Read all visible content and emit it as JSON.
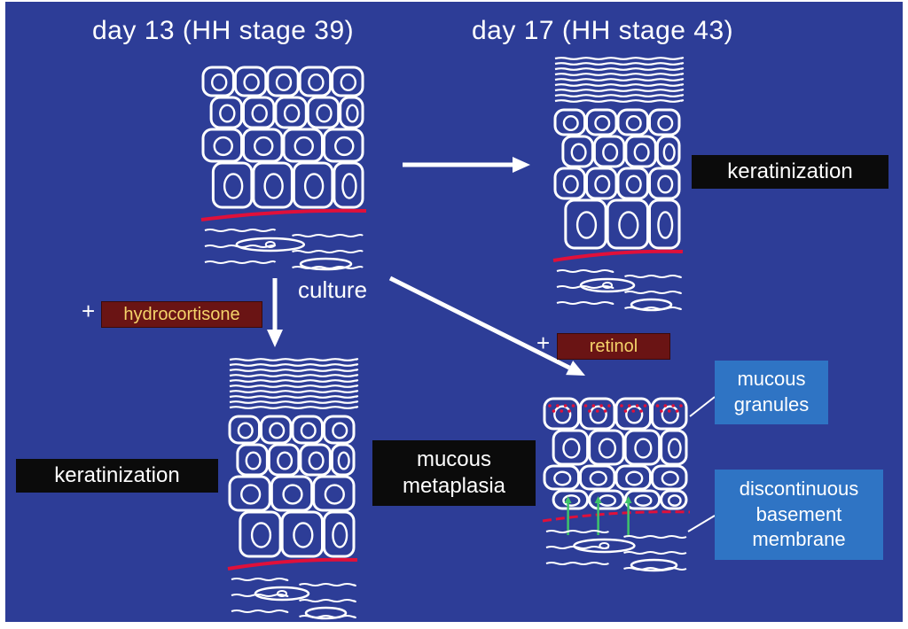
{
  "colors": {
    "background": "#2d3d97",
    "cell_lines": "#ffffff",
    "basement_membrane": "#e0103a",
    "arrow_up": "#3ec46a",
    "label_box": "#0b0b0b",
    "info_box": "#2f74c4",
    "chem_box": "#6a1414",
    "chem_text": "#f5d36a"
  },
  "headers": {
    "left": "day 13 (HH stage 39)",
    "right": "day 17 (HH stage 43)"
  },
  "labels": {
    "keratinization_top": "keratinization",
    "keratinization_bottom": "keratinization",
    "mucous_metaplasia": "mucous\nmetaplasia",
    "culture": "culture"
  },
  "treatments": {
    "hydrocortisone": {
      "prefix": "+",
      "name": "hydrocortisone"
    },
    "retinol": {
      "prefix": "+",
      "name": "retinol"
    }
  },
  "annotations": {
    "mucous_granules": "mucous\ngranules",
    "discontinuous_bm": "discontinuous\nbasement\nmembrane"
  }
}
